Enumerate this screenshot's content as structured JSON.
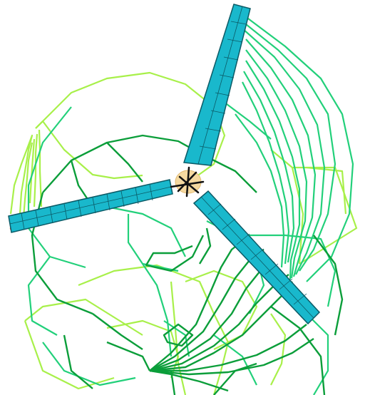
{
  "scene": {
    "background": "#ffffff",
    "colors": {
      "wireframe_light": "#a8f04a",
      "wireframe_mid": "#22d07a",
      "wireframe_dark": "#0b9e3a",
      "blade": "#19b8cc",
      "blade_edge": "#0b5a66",
      "hub": "#f5d9a0",
      "strut": "#111111",
      "marker_line": "#ff3b1f"
    },
    "icons": [
      "turbine-blade",
      "turbine-hub",
      "wake-wireframe"
    ]
  }
}
